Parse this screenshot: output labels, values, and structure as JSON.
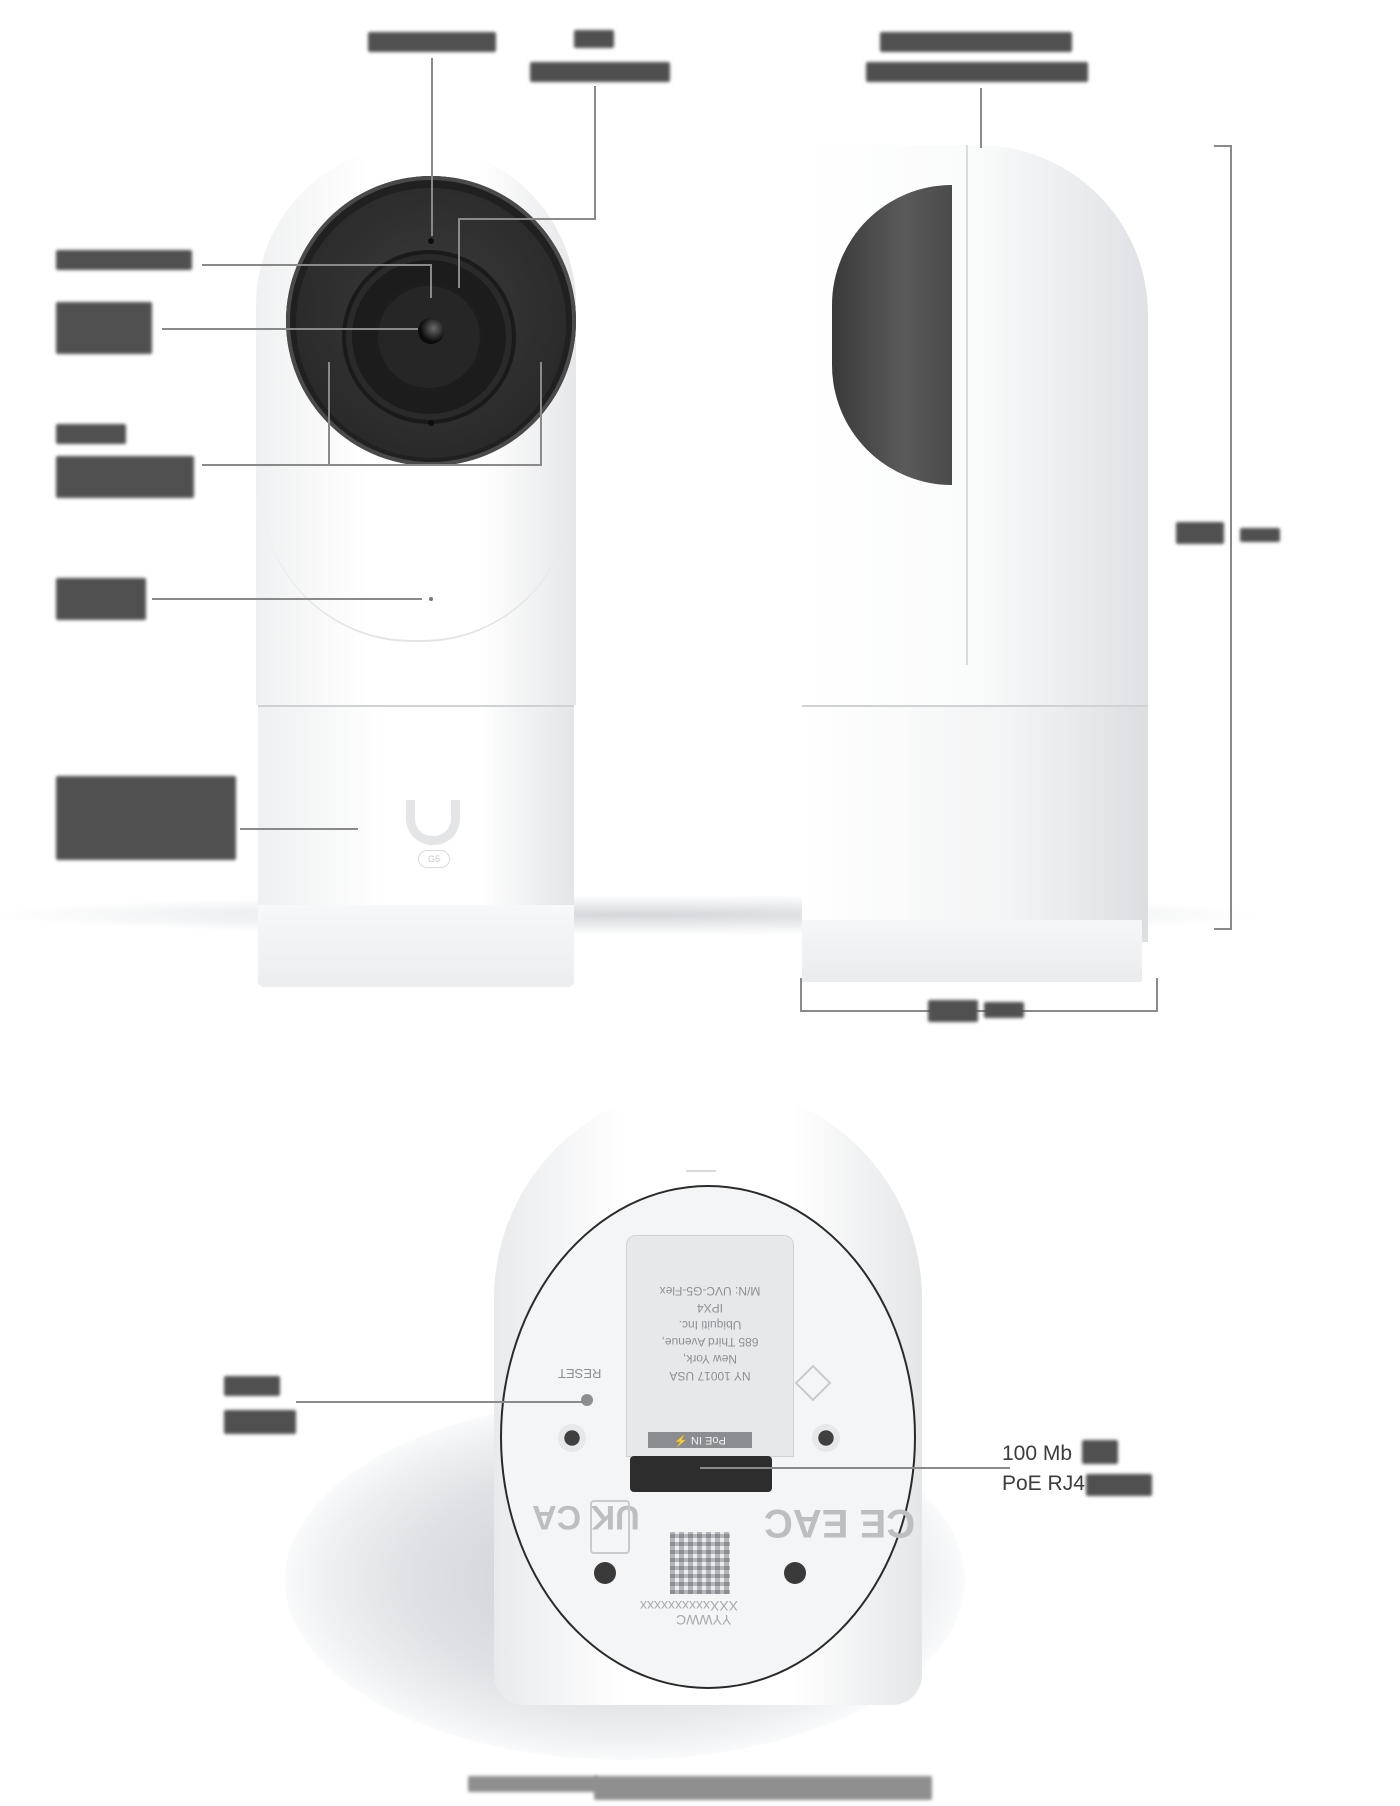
{
  "figure": {
    "type": "product-callout-diagram",
    "subject": "Security camera — front, side and rear views",
    "background": "#ffffff",
    "callout_line_color": "#8a8a8a"
  },
  "front_view": {
    "callouts": [
      {
        "id": "top-center",
        "text": "[redacted]"
      },
      {
        "id": "top-right",
        "text": "[redacted]"
      },
      {
        "id": "left-1",
        "text": "[redacted]"
      },
      {
        "id": "left-2",
        "text": "[redacted]"
      },
      {
        "id": "left-3",
        "text": "[redacted]"
      },
      {
        "id": "left-4",
        "text": "[redacted]"
      },
      {
        "id": "left-5",
        "text": "[redacted]"
      }
    ],
    "logo_badge": "G5"
  },
  "side_view": {
    "callouts": [
      {
        "id": "top",
        "text": "[redacted]"
      }
    ],
    "dimensions": {
      "height": "[redacted]",
      "depth": "[redacted]"
    }
  },
  "rear_view": {
    "callouts": [
      {
        "id": "left",
        "text": "[redacted]"
      },
      {
        "id": "right",
        "line1": "100 Mb",
        "line2": "PoE RJ4"
      }
    ],
    "plate": {
      "model": "M/N: UVC-G5-Flex",
      "rating": "IPX4",
      "maker": "Ubiquiti Inc.",
      "address1": "685 Third Avenue,",
      "address2": "New York,",
      "address3": "NY 10017 USA"
    },
    "port_label": "PoE IN ⚡",
    "reset_label": "RESET",
    "marks": {
      "left": "UK CA",
      "right": "CE EAC"
    },
    "serial": "XXXxxxxxxxxxx",
    "datecode": "YYWWC"
  },
  "caption": "[redacted]"
}
